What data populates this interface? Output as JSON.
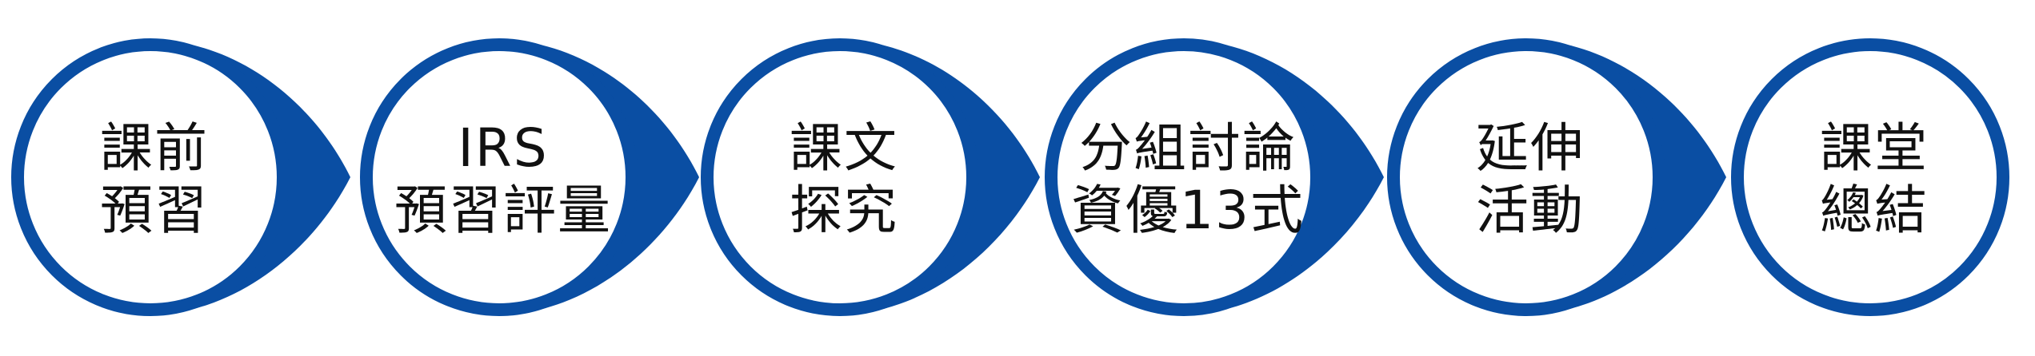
{
  "theme": {
    "ring_color": "#0a4ea3",
    "text_color": "#111111"
  },
  "steps": [
    {
      "id": "step-1",
      "lines": [
        "課前",
        "預習"
      ],
      "has_arrow": true
    },
    {
      "id": "step-2",
      "lines": [
        "IRS",
        "預習評量"
      ],
      "has_arrow": true
    },
    {
      "id": "step-3",
      "lines": [
        "課文",
        "探究"
      ],
      "has_arrow": true
    },
    {
      "id": "step-4",
      "lines": [
        "分組討論",
        "資優13式"
      ],
      "has_arrow": true
    },
    {
      "id": "step-5",
      "lines": [
        "延伸",
        "活動"
      ],
      "has_arrow": true
    },
    {
      "id": "step-6",
      "lines": [
        "課堂",
        "總結"
      ],
      "has_arrow": false
    }
  ]
}
